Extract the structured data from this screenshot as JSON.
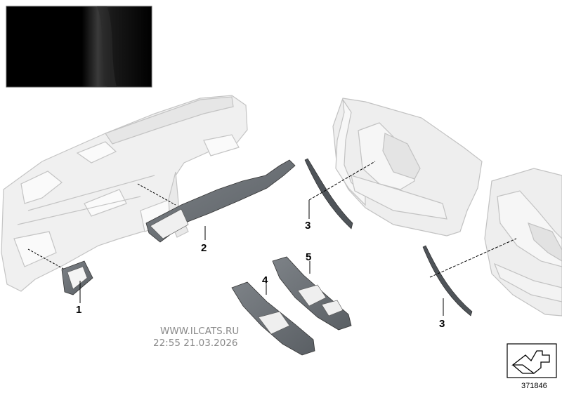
{
  "callouts": [
    {
      "id": "1",
      "label": "1"
    },
    {
      "id": "2",
      "label": "2"
    },
    {
      "id": "3a",
      "label": "3"
    },
    {
      "id": "3b",
      "label": "3"
    },
    {
      "id": "4",
      "label": "4"
    },
    {
      "id": "5",
      "label": "5"
    }
  ],
  "watermark": {
    "site": "WWW.ILCATS.RU",
    "timestamp": "22:55 21.03.2026"
  },
  "diagram_ref": "371846",
  "icons": {
    "sample": "trim-sample-swatch",
    "dashboard": "dashboard-outline",
    "front_door": "front-door-panel",
    "rear_door": "rear-door-panel",
    "orientation": "orientation-arrow-icon"
  },
  "colors": {
    "sample_bg": "#000000",
    "trim_fill": "#6e7378",
    "panel_fill": "#eeeeee",
    "panel_stroke": "#c2c2c2",
    "watermark": "#8a8a8a"
  }
}
